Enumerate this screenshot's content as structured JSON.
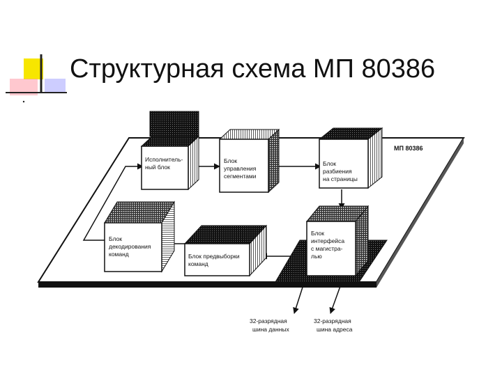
{
  "title": "Структурная схема МП 80386",
  "diagram": {
    "board_label": "МП 80386",
    "blocks": {
      "exec": [
        "Исполнитель-",
        "ный блок"
      ],
      "segment": [
        "Блок",
        "управления",
        "сегментами"
      ],
      "paging": [
        "Блок",
        "разбиения",
        "на страницы"
      ],
      "decode": [
        "Блок",
        "декодирования",
        "команд"
      ],
      "prefetch": [
        "Блок предвыборки",
        "команд"
      ],
      "interface": [
        "Блок",
        "интерфейса",
        "с магистра-",
        "лью"
      ]
    },
    "buses": {
      "data": [
        "32-разрядная",
        "шина данных"
      ],
      "address": [
        "32-разрядная",
        "шина адреса"
      ]
    }
  },
  "colors": {
    "logo_yellow": "#f7e600",
    "logo_red": "#e8191f",
    "logo_blue": "#1a1ad6"
  }
}
